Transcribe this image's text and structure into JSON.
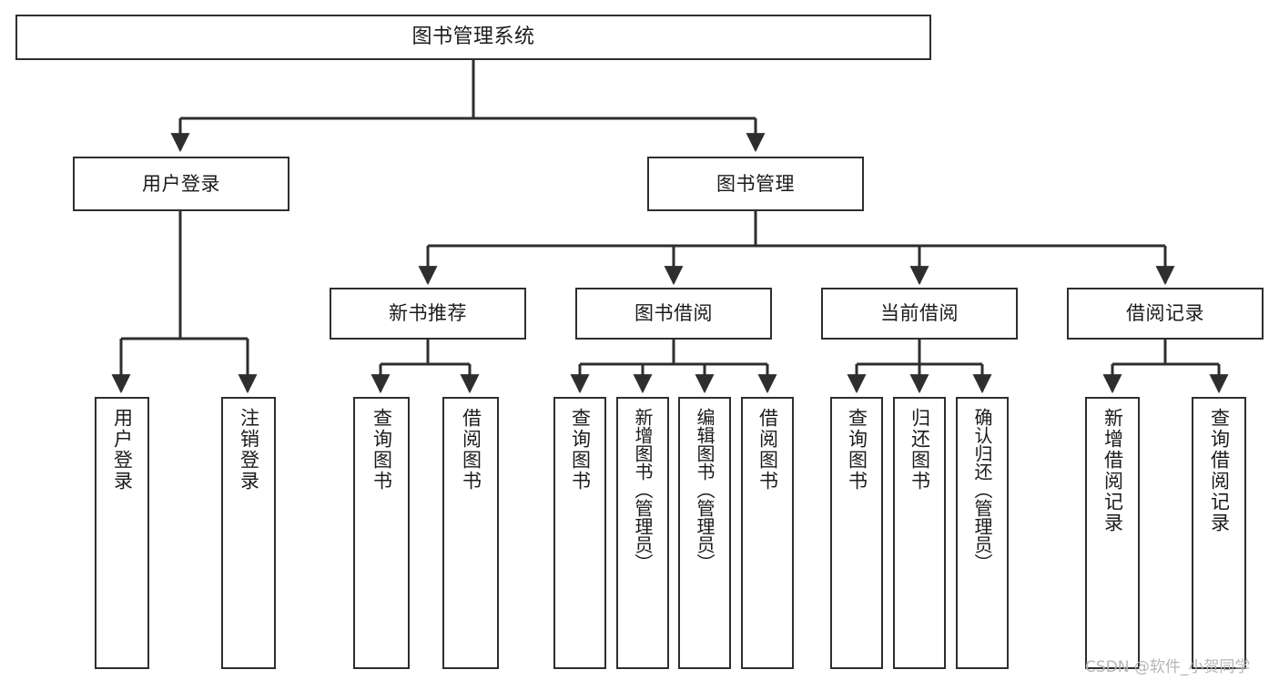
{
  "diagram": {
    "title": "图书管理系统",
    "type": "tree-hierarchy-chart",
    "stroke_color": "#2e2e2e",
    "fill_color": "#ffffff",
    "text_color": "#1b1b1b"
  },
  "nodes": {
    "root": {
      "label": "图书管理系统"
    },
    "level2": [
      {
        "label": "用户登录"
      },
      {
        "label": "图书管理"
      }
    ],
    "level3": [
      {
        "label": "新书推荐"
      },
      {
        "label": "图书借阅"
      },
      {
        "label": "当前借阅"
      },
      {
        "label": "借阅记录"
      }
    ],
    "leaves_user_login": [
      {
        "label": "用户登录"
      },
      {
        "label": "注销登录"
      }
    ],
    "leaves_new_book": [
      {
        "label": "查询图书"
      },
      {
        "label": "借阅图书"
      }
    ],
    "leaves_borrow": [
      {
        "label": "查询图书"
      },
      {
        "label": "新增图书（管理员）"
      },
      {
        "label": "编辑图书（管理员）"
      },
      {
        "label": "借阅图书"
      }
    ],
    "leaves_current": [
      {
        "label": "查询图书"
      },
      {
        "label": "归还图书"
      },
      {
        "label": "确认归还（管理员）"
      }
    ],
    "leaves_records": [
      {
        "label": "新增借阅记录"
      },
      {
        "label": "查询借阅记录"
      }
    ]
  },
  "watermark": {
    "text": "CSDN @软件_小贺同学"
  }
}
